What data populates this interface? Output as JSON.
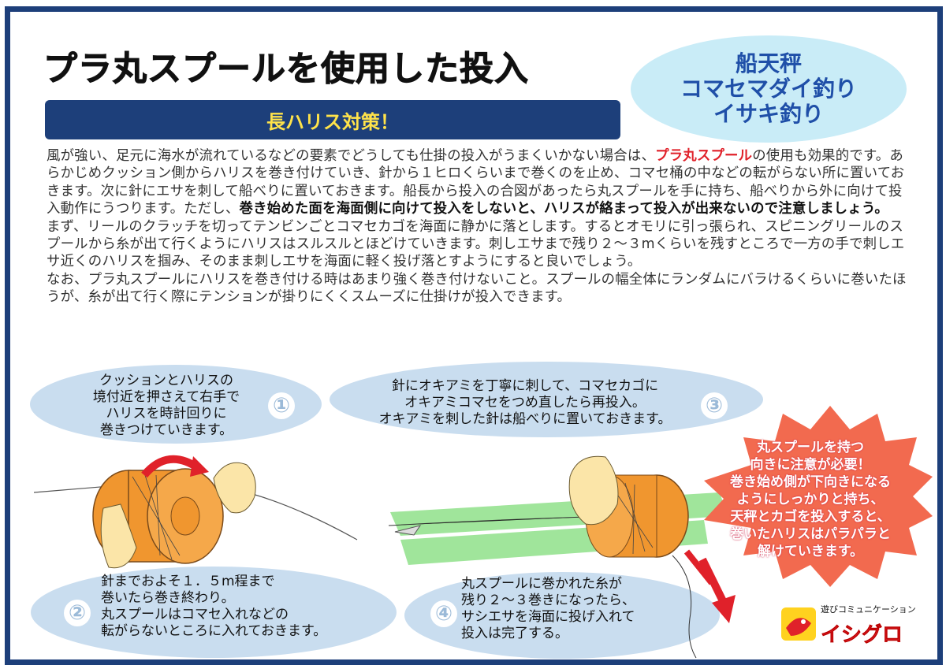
{
  "title": "プラ丸スプールを使用した投入",
  "banner": "長ハリス対策！",
  "badge": {
    "line1": "船天秤",
    "line2": "コマセマダイ釣り",
    "line3": "イサキ釣り"
  },
  "body": {
    "p1_a": "風が強い、足元に海水が流れているなどの要素でどうしても仕掛の投入がうまくいかない場合は、",
    "p1_red": "プラ丸スプール",
    "p1_b": "の使用も効果的です。あらかじめクッション側からハリスを巻き付けていき、針から１ヒロくらいまで巻くのを止め、コマセ桶の中などの転がらない所に置いておきます。次に針にエサを刺して船べりに置いておきます。船長から投入の合図があったら丸スプールを手に持ち、船べりから外に向けて投入動作にうつります。ただし、",
    "p1_bold": "巻き始めた面を海面側に向けて投入をしないと、ハリスが絡まって投入が出来ないので注意しましょう。",
    "p2": "まず、リールのクラッチを切ってテンビンごとコマセカゴを海面に静かに落とします。するとオモリに引っ張られ、スピニングリールのスプールから糸が出て行くようにハリスはスルスルとほどけていきます。刺しエサまで残り２～３mくらいを残すところで一方の手で刺しエサ近くのハリスを掴み、そのまま刺しエサを海面に軽く投げ落とすようにすると良いでしょう。",
    "p3": "なお、プラ丸スプールにハリスを巻き付ける時はあまり強く巻き付けないこと。スプールの幅全体にランダムにバラけるくらいに巻いたほうが、糸が出て行く際にテンションが掛りにくくスムーズに仕掛けが投入できます。"
  },
  "steps": [
    {
      "num": "①",
      "lines": [
        "クッションとハリスの",
        "境付近を押さえて右手で",
        "ハリスを時計回りに",
        "巻きつけていきます。"
      ]
    },
    {
      "num": "②",
      "lines": [
        "針までおよそ１．５m程まで",
        "巻いたら巻き終わり。",
        "丸スプールはコマセ入れなどの",
        "転がらないところに入れておきます。"
      ]
    },
    {
      "num": "③",
      "lines": [
        "針にオキアミを丁寧に刺して、コマセカゴに",
        "オキアミコマセをつめ直したら再投入。",
        "オキアミを刺した針は船べりに置いておきます。"
      ]
    },
    {
      "num": "④",
      "lines": [
        "丸スプールに巻かれた糸が",
        "残り２～３巻きになったら、",
        "サシエサを海面に投げ入れて",
        "投入は完了する。"
      ]
    }
  ],
  "warning": [
    "丸スプールを持つ",
    "向きに注意が必要！",
    "巻き始め側が下向きになる",
    "ようにしっかりと持ち、",
    "天秤とカゴを投入すると、",
    "巻いたハリスはパラパラと",
    "解けていきます。"
  ],
  "logo": {
    "tagline": "遊びコミュニケーション",
    "name": "イシグロ"
  },
  "colors": {
    "navy": "#1d3f7a",
    "banner_text": "#ffe34a",
    "accent_red": "#e0212a",
    "step_blue": "#c9ddef",
    "badge_blue": "#c9ecf7",
    "spool_orange": "#f0962f",
    "water_green": "#8fe08a"
  }
}
